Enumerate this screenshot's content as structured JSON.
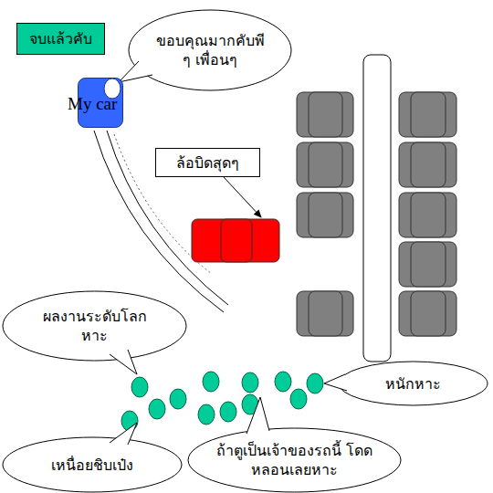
{
  "diagram": {
    "nodes": [
      {
        "text": [
          "จบแล้วคับ"
        ]
      },
      {
        "text": [
          "ขอบคุณมากคับพี ๆ เพื่อนๆ"
        ]
      },
      {
        "text": [
          "My car"
        ]
      },
      {
        "text": [
          "ล้อบิดสุดๆ"
        ]
      },
      {
        "text": [
          "ผลงานระดับโลก หาะ"
        ]
      },
      {
        "text": [
          "หนักหาะ"
        ]
      },
      {
        "text": [
          "เหนื่อยชิบเป๋ง"
        ]
      },
      {
        "text": [
          "ถ้าตูเป็นเจ้าของรถนี้ โดดหลอนเลยหาะ"
        ]
      }
    ]
  }
}
